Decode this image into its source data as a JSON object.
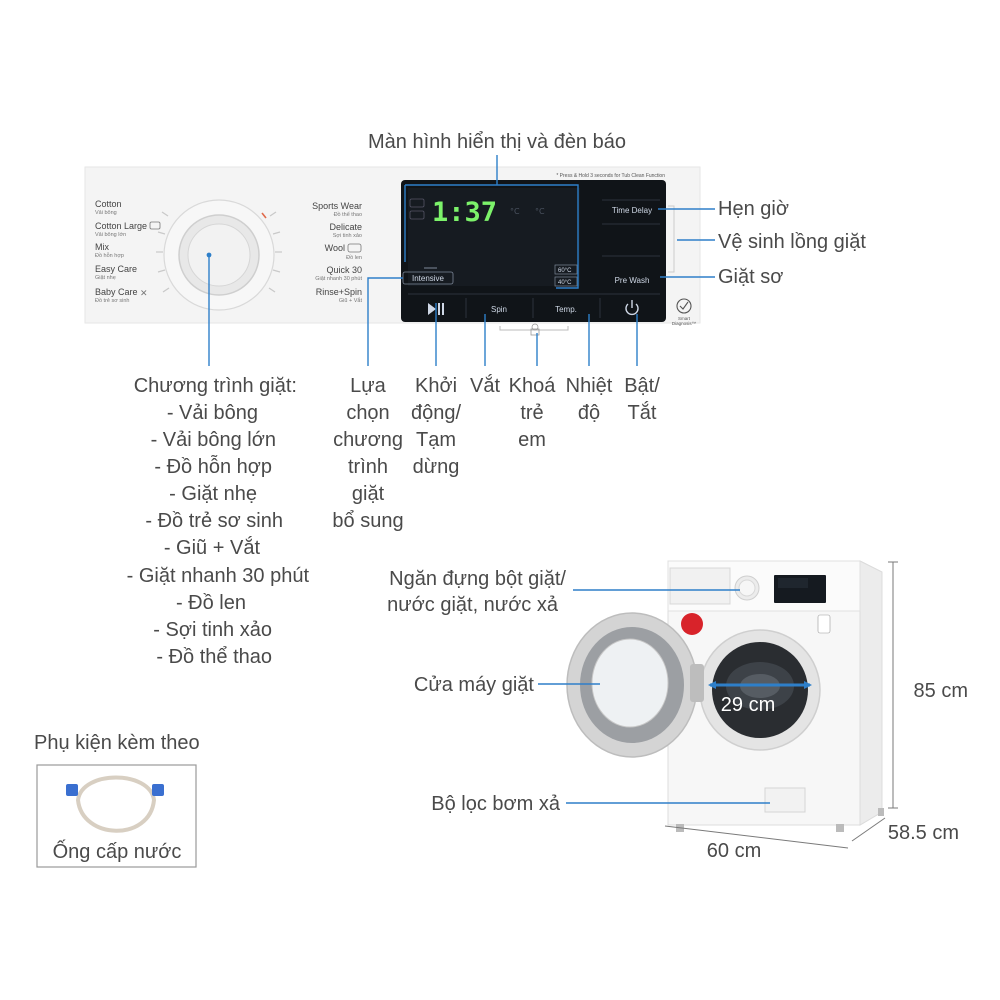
{
  "callouts": {
    "display": "Màn hình hiển thị và đèn báo",
    "timer": "Hẹn giờ",
    "tub_clean": "Vệ sinh lồng giặt",
    "prewash": "Giặt sơ",
    "option_select": [
      "Lựa",
      "chọn",
      "chương",
      "trình",
      "giặt",
      "bổ sung"
    ],
    "start_pause": [
      "Khởi",
      "động/",
      "Tạm",
      "dừng"
    ],
    "spin": "Vắt",
    "child_lock": [
      "Khoá",
      "trẻ",
      "em"
    ],
    "temperature": [
      "Nhiệt",
      "độ"
    ],
    "power": [
      "Bật/",
      "Tắt"
    ],
    "detergent": [
      "Ngăn đựng bột giặt/",
      "nước giặt, nước xả"
    ],
    "door": "Cửa máy giặt",
    "filter": "Bộ lọc bơm xả"
  },
  "programs": {
    "heading": "Chương trình giặt:",
    "items": [
      "- Vải bông",
      "- Vải bông lớn",
      "- Đồ hỗn hợp",
      "- Giặt nhẹ",
      "- Đồ trẻ sơ sinh",
      "- Giũ + Vắt",
      "- Giặt nhanh 30 phút",
      "- Đồ len",
      "- Sợi tinh xảo",
      "- Đồ thể thao"
    ]
  },
  "panel": {
    "left_programs": [
      {
        "name": "Cotton",
        "sub": "Vải bông"
      },
      {
        "name": "Cotton Large",
        "sub": "Vải bông lớn"
      },
      {
        "name": "Mix",
        "sub": "Đồ hỗn hợp"
      },
      {
        "name": "Easy Care",
        "sub": "Giặt nhẹ"
      },
      {
        "name": "Baby Care",
        "sub": "Đồ trẻ sơ sinh"
      }
    ],
    "right_programs": [
      {
        "name": "Sports Wear",
        "sub": "Đồ thể thao"
      },
      {
        "name": "Delicate",
        "sub": "Sợi tinh xảo"
      },
      {
        "name": "Wool",
        "sub": "Đồ len"
      },
      {
        "name": "Quick 30",
        "sub": "Giặt nhanh 30 phút"
      },
      {
        "name": "Rinse+Spin",
        "sub": "Giũ + Vắt"
      }
    ],
    "note": "* Press & Hold 3 seconds for Tub Clean Function",
    "display_digits": "1:37",
    "btn_time_delay": "Time Delay",
    "btn_pre_wash": "Pre Wash",
    "btn_intensive": "Intensive",
    "btn_spin": "Spin",
    "btn_temp": "Temp.",
    "temp_60": "60°C",
    "temp_40": "40°C",
    "smart_diagnosis": [
      "Smart",
      "Diagnosis™"
    ]
  },
  "accessory": {
    "title": "Phụ kiện kèm theo",
    "caption": "Ống cấp nước"
  },
  "dimensions": {
    "drum": "29 cm",
    "height": "85 cm",
    "depth": "58.5 cm",
    "width": "60 cm"
  },
  "colors": {
    "callout_line": "#2e7fc9",
    "text": "#4a4a4a",
    "display_bg": "#101418",
    "display_digit": "#7cf26a"
  }
}
